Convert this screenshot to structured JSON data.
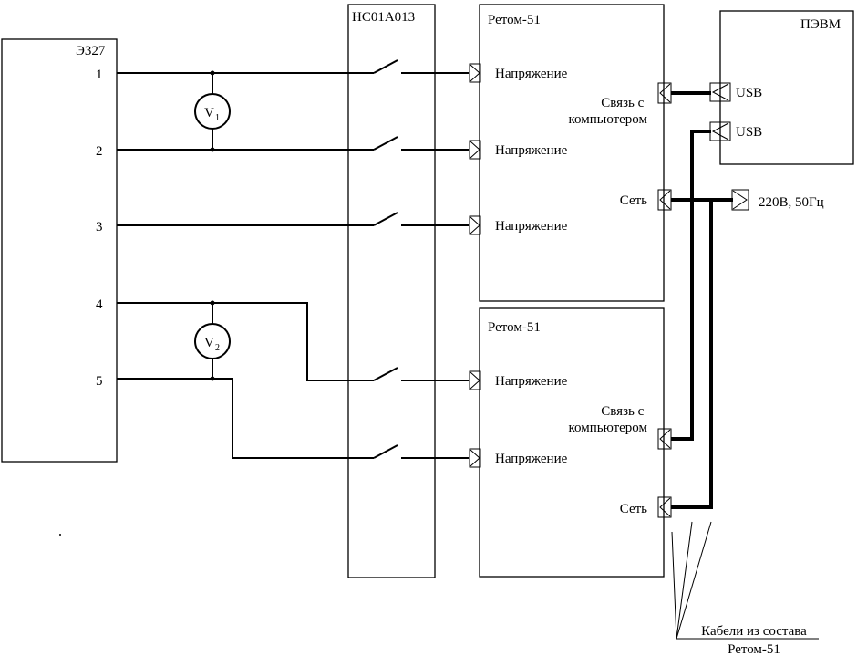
{
  "blocks": {
    "e327": "Э327",
    "switchbox": "НС01А013",
    "retom_top": "Ретом-51",
    "retom_bottom": "Ретом-51",
    "pc": "ПЭВМ"
  },
  "terminals": [
    "1",
    "2",
    "3",
    "4",
    "5"
  ],
  "voltmeters": [
    {
      "main": "V",
      "sub": "1"
    },
    {
      "main": "V",
      "sub": "2"
    }
  ],
  "ports": {
    "voltage": "Напряжение",
    "link_line1": "Связь с",
    "link_line2": "компьютером",
    "network": "Сеть",
    "usb": "USB"
  },
  "mains": "220В, 50Гц",
  "cable_note": {
    "line1": "Кабели из состава",
    "line2": "Ретом-51"
  }
}
